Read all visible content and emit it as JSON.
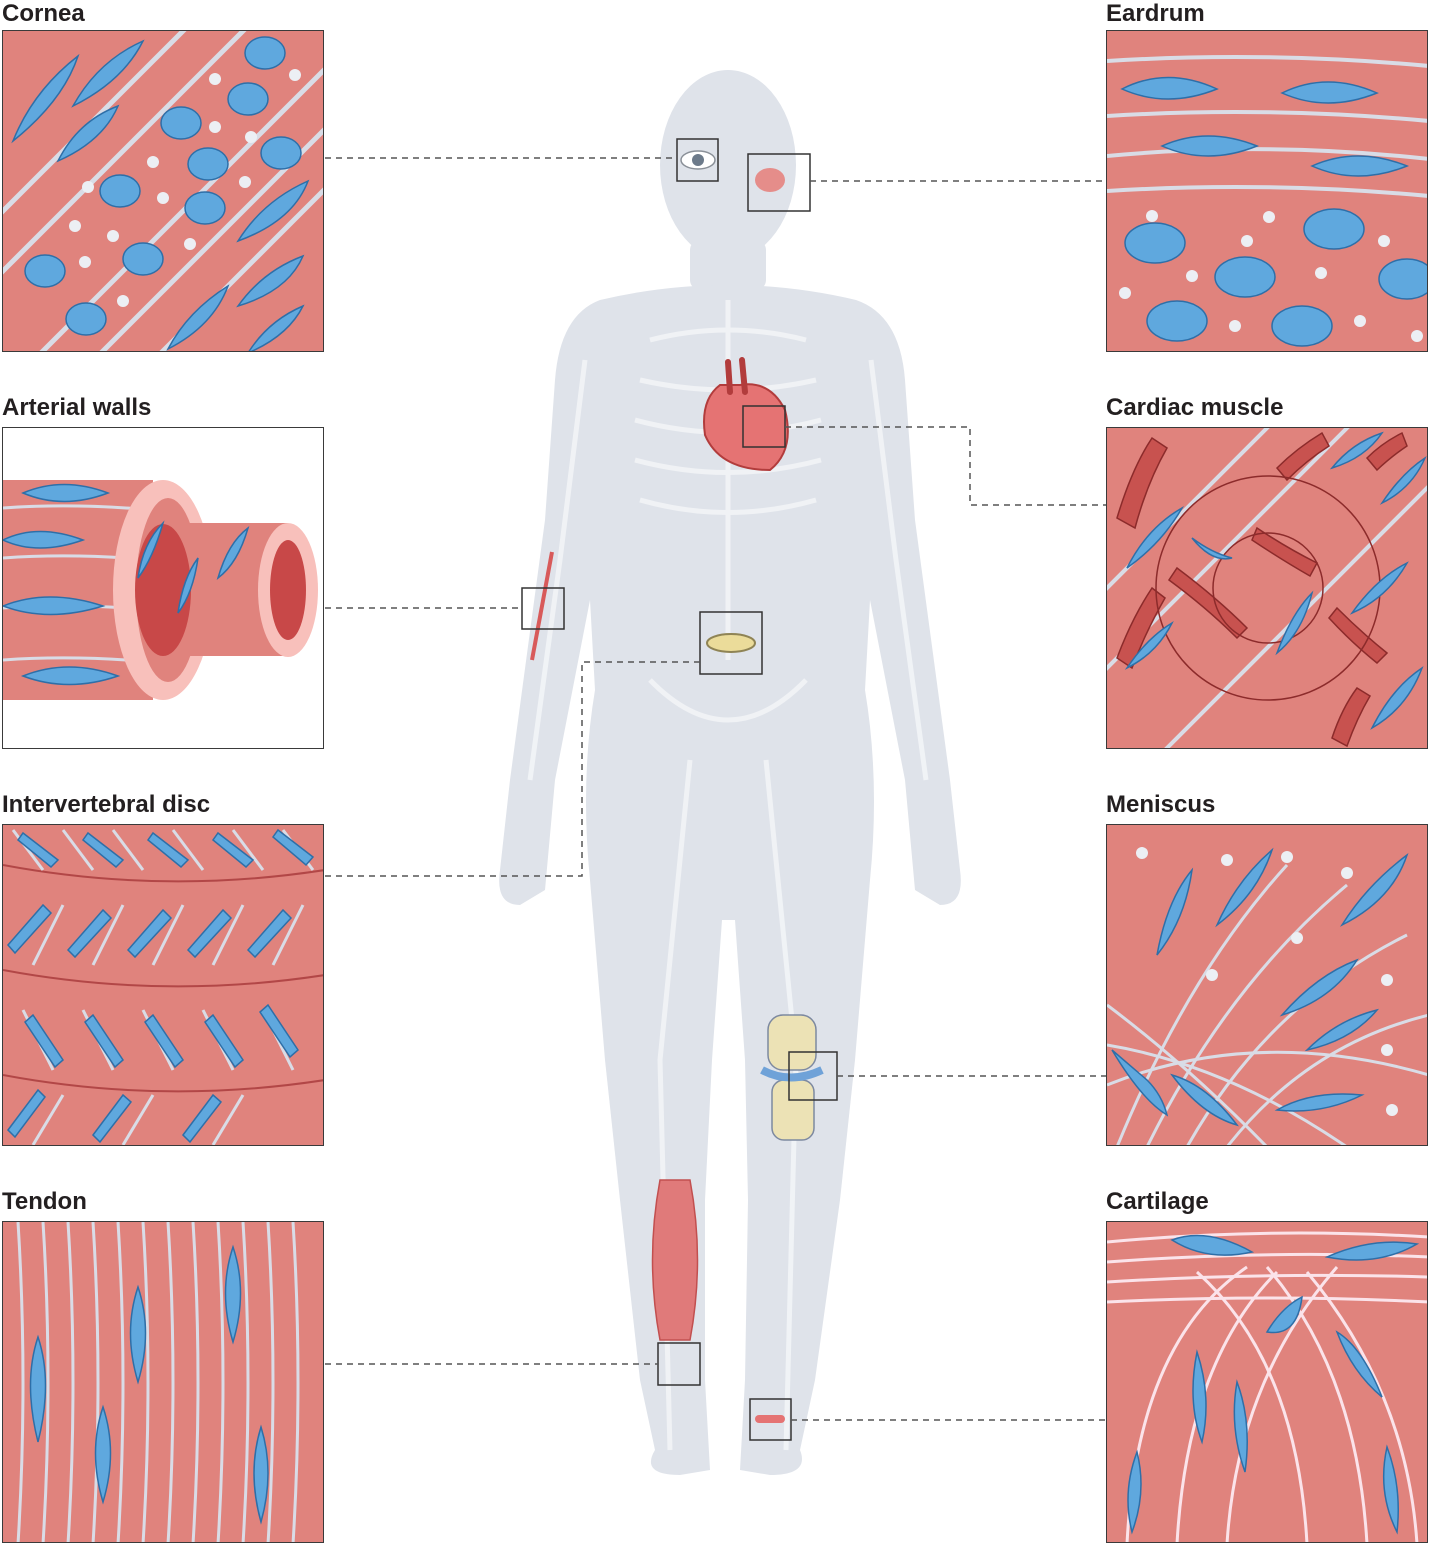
{
  "labels": {
    "cornea": "Cornea",
    "eardrum": "Eardrum",
    "arterial_walls": "Arterial walls",
    "cardiac_muscle": "Cardiac muscle",
    "intervertebral_disc": "Intervertebral disc",
    "meniscus": "Meniscus",
    "tendon": "Tendon",
    "cartilage": "Cartilage"
  },
  "colors": {
    "tissue": "#e0837d",
    "fiber": "#d9dce6",
    "cell": "#5fa8de",
    "cell_nucleus": "#3f86c6",
    "body": "#dfe3ea",
    "muscle_cell": "#c8524f",
    "highlight": "#e25a5a"
  }
}
